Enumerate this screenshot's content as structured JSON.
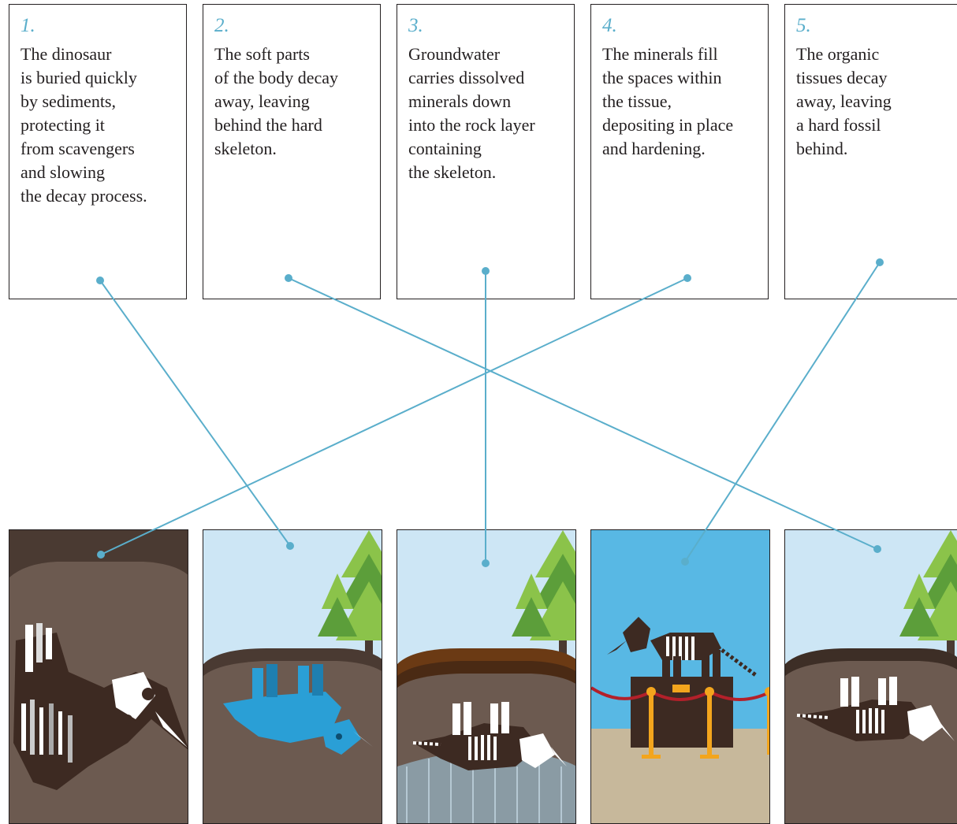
{
  "colors": {
    "link": "#5aaecb",
    "sky": "#cde6f5",
    "museum_sky": "#58b8e4",
    "rock": "#6c5a50",
    "rock_dark": "#3d2e26",
    "topsoil": "#6b3a14",
    "tree_light": "#8bc34a",
    "tree_dark": "#5c9e3a",
    "dino_blue": "#2a9fd6",
    "bone": "#ffffff",
    "groundwater": "#8a9ba4",
    "floor": "#c7b89b",
    "rope": "#b3202a",
    "post": "#f3a51d"
  },
  "steps": [
    {
      "num": "1.",
      "text": "The dinosaur\nis buried quickly\nby sediments,\nprotecting it\nfrom scavengers\nand slowing\nthe decay process."
    },
    {
      "num": "2.",
      "text": "The soft parts\nof the body decay\naway, leaving\nbehind the hard\nskeleton."
    },
    {
      "num": "3.",
      "text": "Groundwater\ncarries dissolved\nminerals down\ninto the rock layer\ncontaining\nthe skeleton."
    },
    {
      "num": "4.",
      "text": "The minerals fill\nthe spaces within\nthe tissue,\ndepositing in place\nand hardening."
    },
    {
      "num": "5.",
      "text": "The organic\ntissues decay\naway, leaving\na hard fossil\nbehind."
    }
  ],
  "scenes": [
    {
      "name": "scene-rock-fossil"
    },
    {
      "name": "scene-dino-buried"
    },
    {
      "name": "scene-groundwater-skeleton"
    },
    {
      "name": "scene-museum-display"
    },
    {
      "name": "scene-skeleton-in-ground"
    }
  ],
  "links": [
    {
      "step": 1,
      "scene": 2
    },
    {
      "step": 2,
      "scene": 5
    },
    {
      "step": 3,
      "scene": 3
    },
    {
      "step": 4,
      "scene": 1
    },
    {
      "step": 5,
      "scene": 4
    }
  ]
}
